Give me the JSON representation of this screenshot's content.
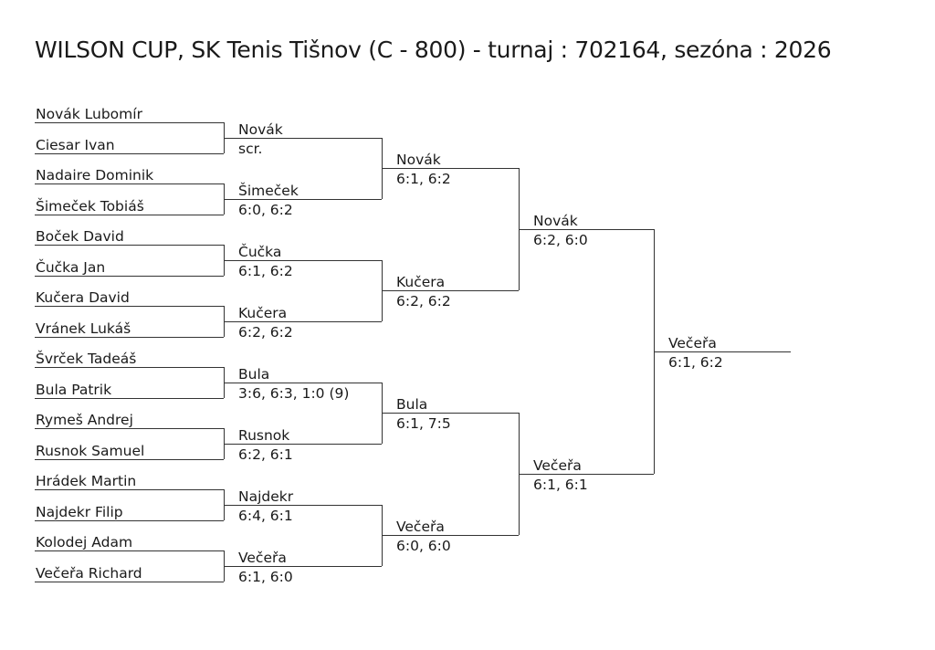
{
  "title": "WILSON CUP, SK Tenis Tišnov (C - 800) - turnaj : 702164, sezóna : 2026",
  "round1_players": [
    "Novák Lubomír",
    "Ciesar Ivan",
    "Nadaire Dominik",
    "Šimeček Tobiáš",
    "Boček David",
    "Čučka Jan",
    "Kučera David",
    "Vránek Lukáš",
    "Švrček Tadeáš",
    "Bula Patrik",
    "Rymeš Andrej",
    "Rusnok Samuel",
    "Hrádek Martin",
    "Najdekr Filip",
    "Kolodej Adam",
    "Večeřa  Richard"
  ],
  "round2": [
    {
      "winner": "Novák",
      "score": "scr."
    },
    {
      "winner": "Šimeček",
      "score": "6:0, 6:2"
    },
    {
      "winner": "Čučka",
      "score": "6:1, 6:2"
    },
    {
      "winner": "Kučera",
      "score": "6:2, 6:2"
    },
    {
      "winner": "Bula",
      "score": "3:6, 6:3, 1:0 (9)"
    },
    {
      "winner": "Rusnok",
      "score": "6:2, 6:1"
    },
    {
      "winner": "Najdekr",
      "score": "6:4, 6:1"
    },
    {
      "winner": "Večeřa",
      "score": "6:1, 6:0"
    }
  ],
  "quarterfinals": [
    {
      "winner": "Novák",
      "score": "6:1, 6:2"
    },
    {
      "winner": "Kučera",
      "score": "6:2, 6:2"
    },
    {
      "winner": "Bula",
      "score": "6:1, 7:5"
    },
    {
      "winner": "Večeřa",
      "score": "6:0, 6:0"
    }
  ],
  "semifinals": [
    {
      "winner": "Novák",
      "score": "6:2, 6:0"
    },
    {
      "winner": "Večeřa",
      "score": "6:1, 6:1"
    }
  ],
  "final": {
    "winner": "Večeřa",
    "score": "6:1, 6:2"
  }
}
